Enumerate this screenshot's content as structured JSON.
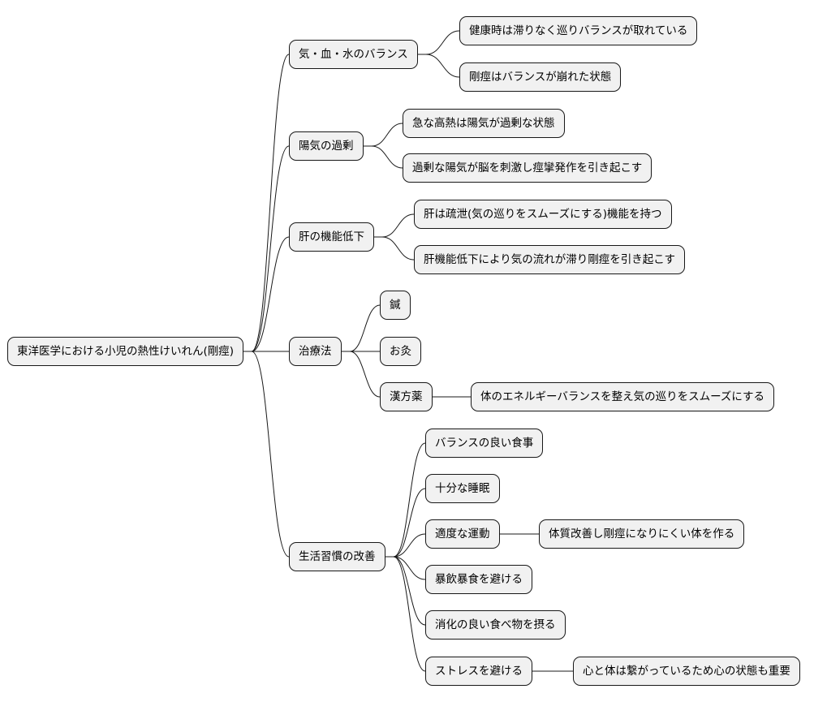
{
  "mindmap": {
    "root": "東洋医学における小児の熱性けいれん(剛痙)",
    "branches": [
      {
        "label": "気・血・水のバランス",
        "children": [
          {
            "label": "健康時は滞りなく巡りバランスが取れている"
          },
          {
            "label": "剛痙はバランスが崩れた状態"
          }
        ]
      },
      {
        "label": "陽気の過剰",
        "children": [
          {
            "label": "急な高熱は陽気が過剰な状態"
          },
          {
            "label": "過剰な陽気が脳を刺激し痙攣発作を引き起こす"
          }
        ]
      },
      {
        "label": "肝の機能低下",
        "children": [
          {
            "label": "肝は疏泄(気の巡りをスムーズにする)機能を持つ"
          },
          {
            "label": "肝機能低下により気の流れが滞り剛痙を引き起こす"
          }
        ]
      },
      {
        "label": "治療法",
        "children": [
          {
            "label": "鍼"
          },
          {
            "label": "お灸"
          },
          {
            "label": "漢方薬",
            "children": [
              {
                "label": "体のエネルギーバランスを整え気の巡りをスムーズにする"
              }
            ]
          }
        ]
      },
      {
        "label": "生活習慣の改善",
        "children": [
          {
            "label": "バランスの良い食事"
          },
          {
            "label": "十分な睡眠"
          },
          {
            "label": "適度な運動",
            "children": [
              {
                "label": "体質改善し剛痙になりにくい体を作る"
              }
            ]
          },
          {
            "label": "暴飲暴食を避ける"
          },
          {
            "label": "消化の良い食べ物を摂る"
          },
          {
            "label": "ストレスを避ける",
            "children": [
              {
                "label": "心と体は繋がっているため心の状態も重要"
              }
            ]
          }
        ]
      }
    ]
  }
}
